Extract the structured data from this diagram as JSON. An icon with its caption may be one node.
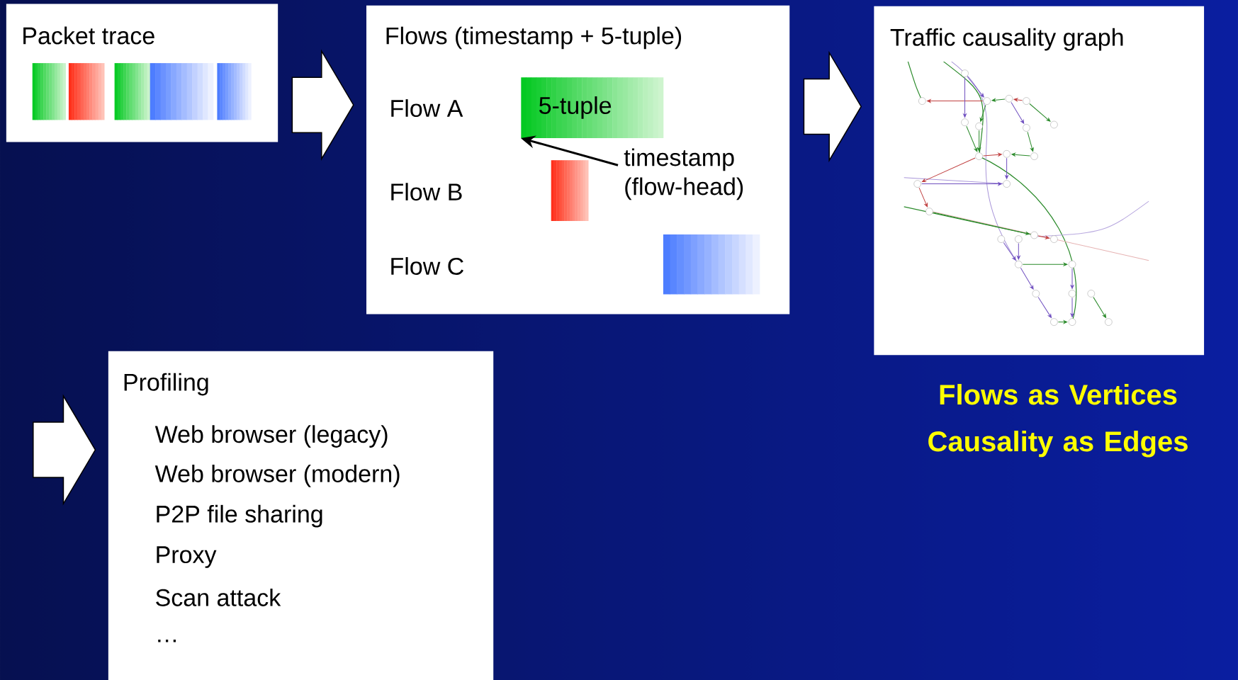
{
  "diagram": {
    "nodes": [
      {
        "text": [
          "Packet trace"
        ]
      },
      {
        "text": [
          "Flows (timestamp + 5-tuple)"
        ]
      },
      {
        "text": [
          "5-tuple"
        ],
        "in": 1
      },
      {
        "text": [],
        "shape": "box",
        "in": 1
      },
      {
        "text": [],
        "shape": "box",
        "in": 1
      },
      {
        "text": [
          "timestamp (flow-head)"
        ],
        "in": 1
      },
      {
        "text": [
          "Traffic causality graph"
        ],
        "beside": [
          "Flows as Vertices Causality as Edges"
        ]
      },
      {
        "text": [
          "Profiling",
          "Web browser (legacy)",
          "Web browser (modern)",
          "P2P file sharing",
          "Proxy",
          "Scan attack",
          "…"
        ]
      }
    ],
    "edges": [
      {
        "from": 0,
        "to": 1,
        "arrow": "to"
      },
      {
        "from": 1,
        "to": 6,
        "arrow": "to"
      },
      {
        "from": null,
        "to": 7,
        "arrow": "to"
      },
      {
        "from": 5,
        "to": 2,
        "arrow": "to"
      }
    ],
    "labels": [
      "Flow A",
      "Flow B",
      "Flow C"
    ]
  }
}
